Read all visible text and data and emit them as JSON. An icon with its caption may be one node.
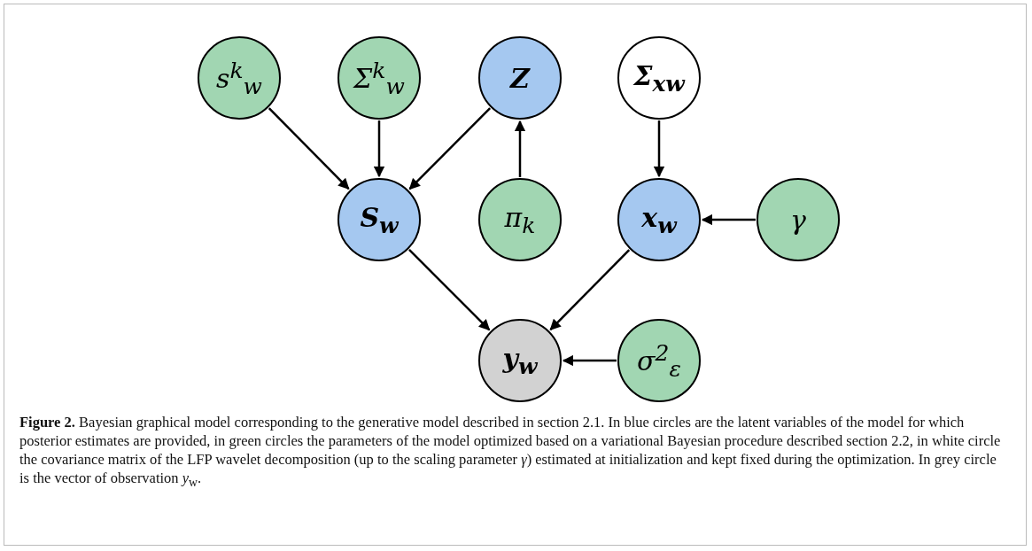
{
  "diagram": {
    "caption": "**Figure 2.** Bayesian graphical model corresponding to the generative model described in section 2.1. In blue circles are the latent variables of the model for which posterior estimates are provided, in green circles the parameters of the model optimized based on a variational Bayesian procedure described section 2.2, in white circle the covariance matrix of the LFP wavelet decomposition (up to the scaling parameter *γ*) estimated at initialization and kept fixed during the optimization. In grey circle is the vector of observation *y*$_{w}$.",
    "nodes": [
      {
        "text": [
          "s$^{k}$$_{w}$"
        ]
      },
      {
        "text": [
          "Σ$^{k}$$_{w}$"
        ]
      },
      {
        "text": [
          "Z"
        ]
      },
      {
        "text": [
          "Σ$_{xw}$"
        ]
      },
      {
        "text": [
          "S$_{w}$"
        ]
      },
      {
        "text": [
          "π$_{k}$"
        ]
      },
      {
        "text": [
          "x$_{w}$"
        ]
      },
      {
        "text": [
          "γ"
        ]
      },
      {
        "text": [
          "y$_{w}$"
        ]
      },
      {
        "text": [
          "σ$^{2}$$_{ε}$"
        ]
      }
    ],
    "edges": [
      {
        "from": 0,
        "to": 4,
        "arrow": "to"
      },
      {
        "from": 1,
        "to": 4,
        "arrow": "to"
      },
      {
        "from": 2,
        "to": 4,
        "arrow": "to"
      },
      {
        "from": 5,
        "to": 2,
        "arrow": "to"
      },
      {
        "from": 3,
        "to": 6,
        "arrow": "to"
      },
      {
        "from": 7,
        "to": 6,
        "arrow": "to"
      },
      {
        "from": 4,
        "to": 8,
        "arrow": "to"
      },
      {
        "from": 6,
        "to": 8,
        "arrow": "to"
      },
      {
        "from": 9,
        "to": 8,
        "arrow": "to"
      }
    ]
  }
}
